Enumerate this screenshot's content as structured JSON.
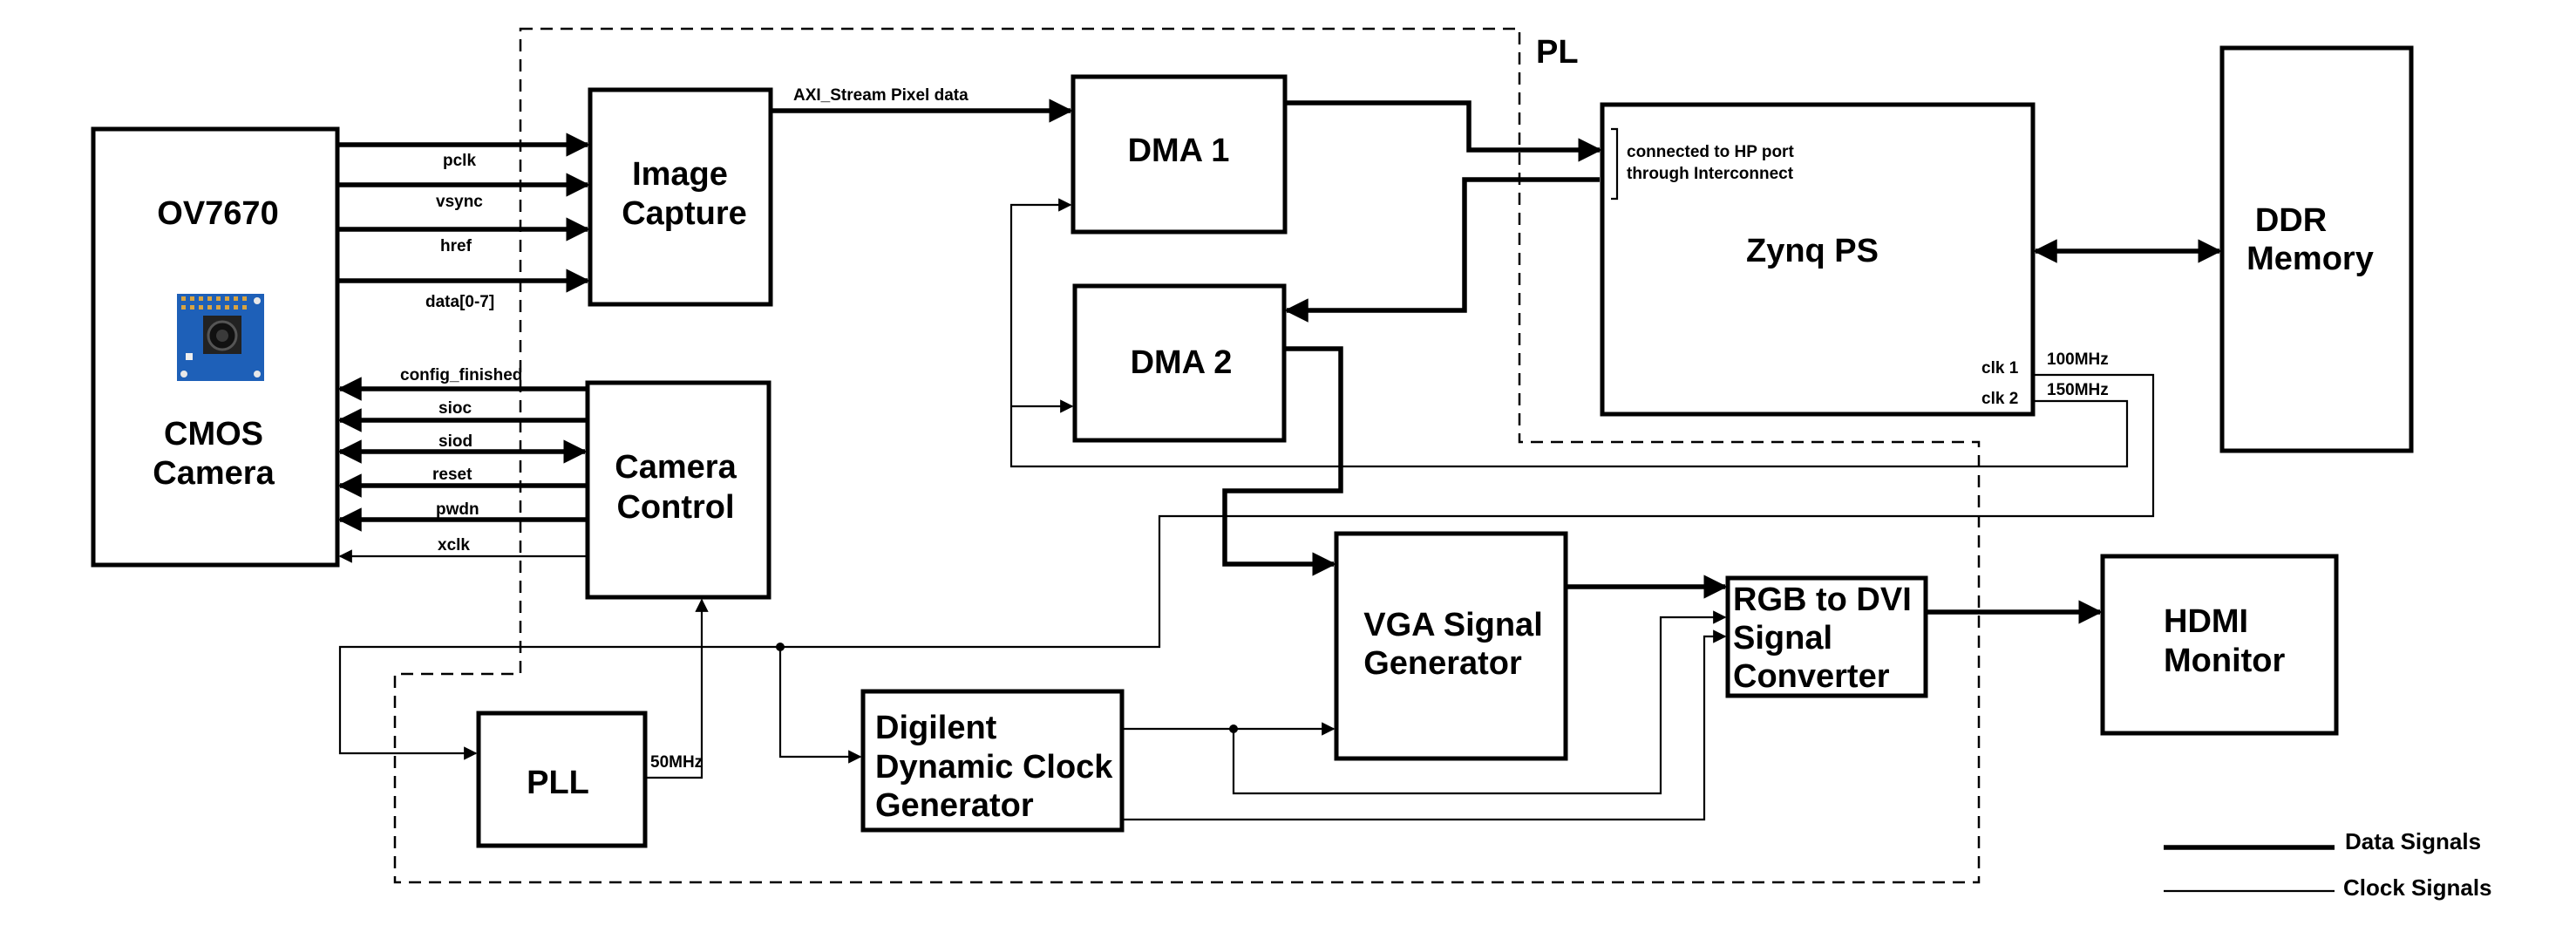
{
  "region_label": "PL",
  "blocks": {
    "camera": {
      "title": "OV7670",
      "subtitle_line1": "CMOS",
      "subtitle_line2": "Camera"
    },
    "image_capture": {
      "line1": "Image",
      "line2": "Capture"
    },
    "camera_control": {
      "line1": "Camera",
      "line2": "Control"
    },
    "dma1": {
      "label": "DMA 1"
    },
    "dma2": {
      "label": "DMA 2"
    },
    "zynq": {
      "label": "Zynq PS",
      "note_line1": "connected to HP port",
      "note_line2": "through Interconnect",
      "clk1": "clk 1",
      "clk2": "clk 2"
    },
    "ddr": {
      "line1": "DDR",
      "line2": "Memory"
    },
    "pll": {
      "label": "PLL"
    },
    "clockgen": {
      "line1": "Digilent",
      "line2": "Dynamic Clock",
      "line3": "Generator"
    },
    "vga": {
      "line1": "VGA Signal",
      "line2": "Generator"
    },
    "rgb2dvi": {
      "line1": "RGB to DVI",
      "line2": "Signal",
      "line3": "Converter"
    },
    "hdmi": {
      "line1": "HDMI",
      "line2": "Monitor"
    }
  },
  "signals": {
    "pclk": "pclk",
    "vsync": "vsync",
    "href": "href",
    "data": "data[0-7]",
    "config_finished": "config_finished",
    "sioc": "sioc",
    "siod": "siod",
    "reset": "reset",
    "pwdn": "pwdn",
    "xclk": "xclk",
    "axi_stream": "AXI_Stream Pixel data",
    "freq_100": "100MHz",
    "freq_150": "150MHz",
    "freq_50": "50MHz"
  },
  "legend": {
    "data_signals": "Data Signals",
    "clock_signals": "Clock Signals"
  }
}
